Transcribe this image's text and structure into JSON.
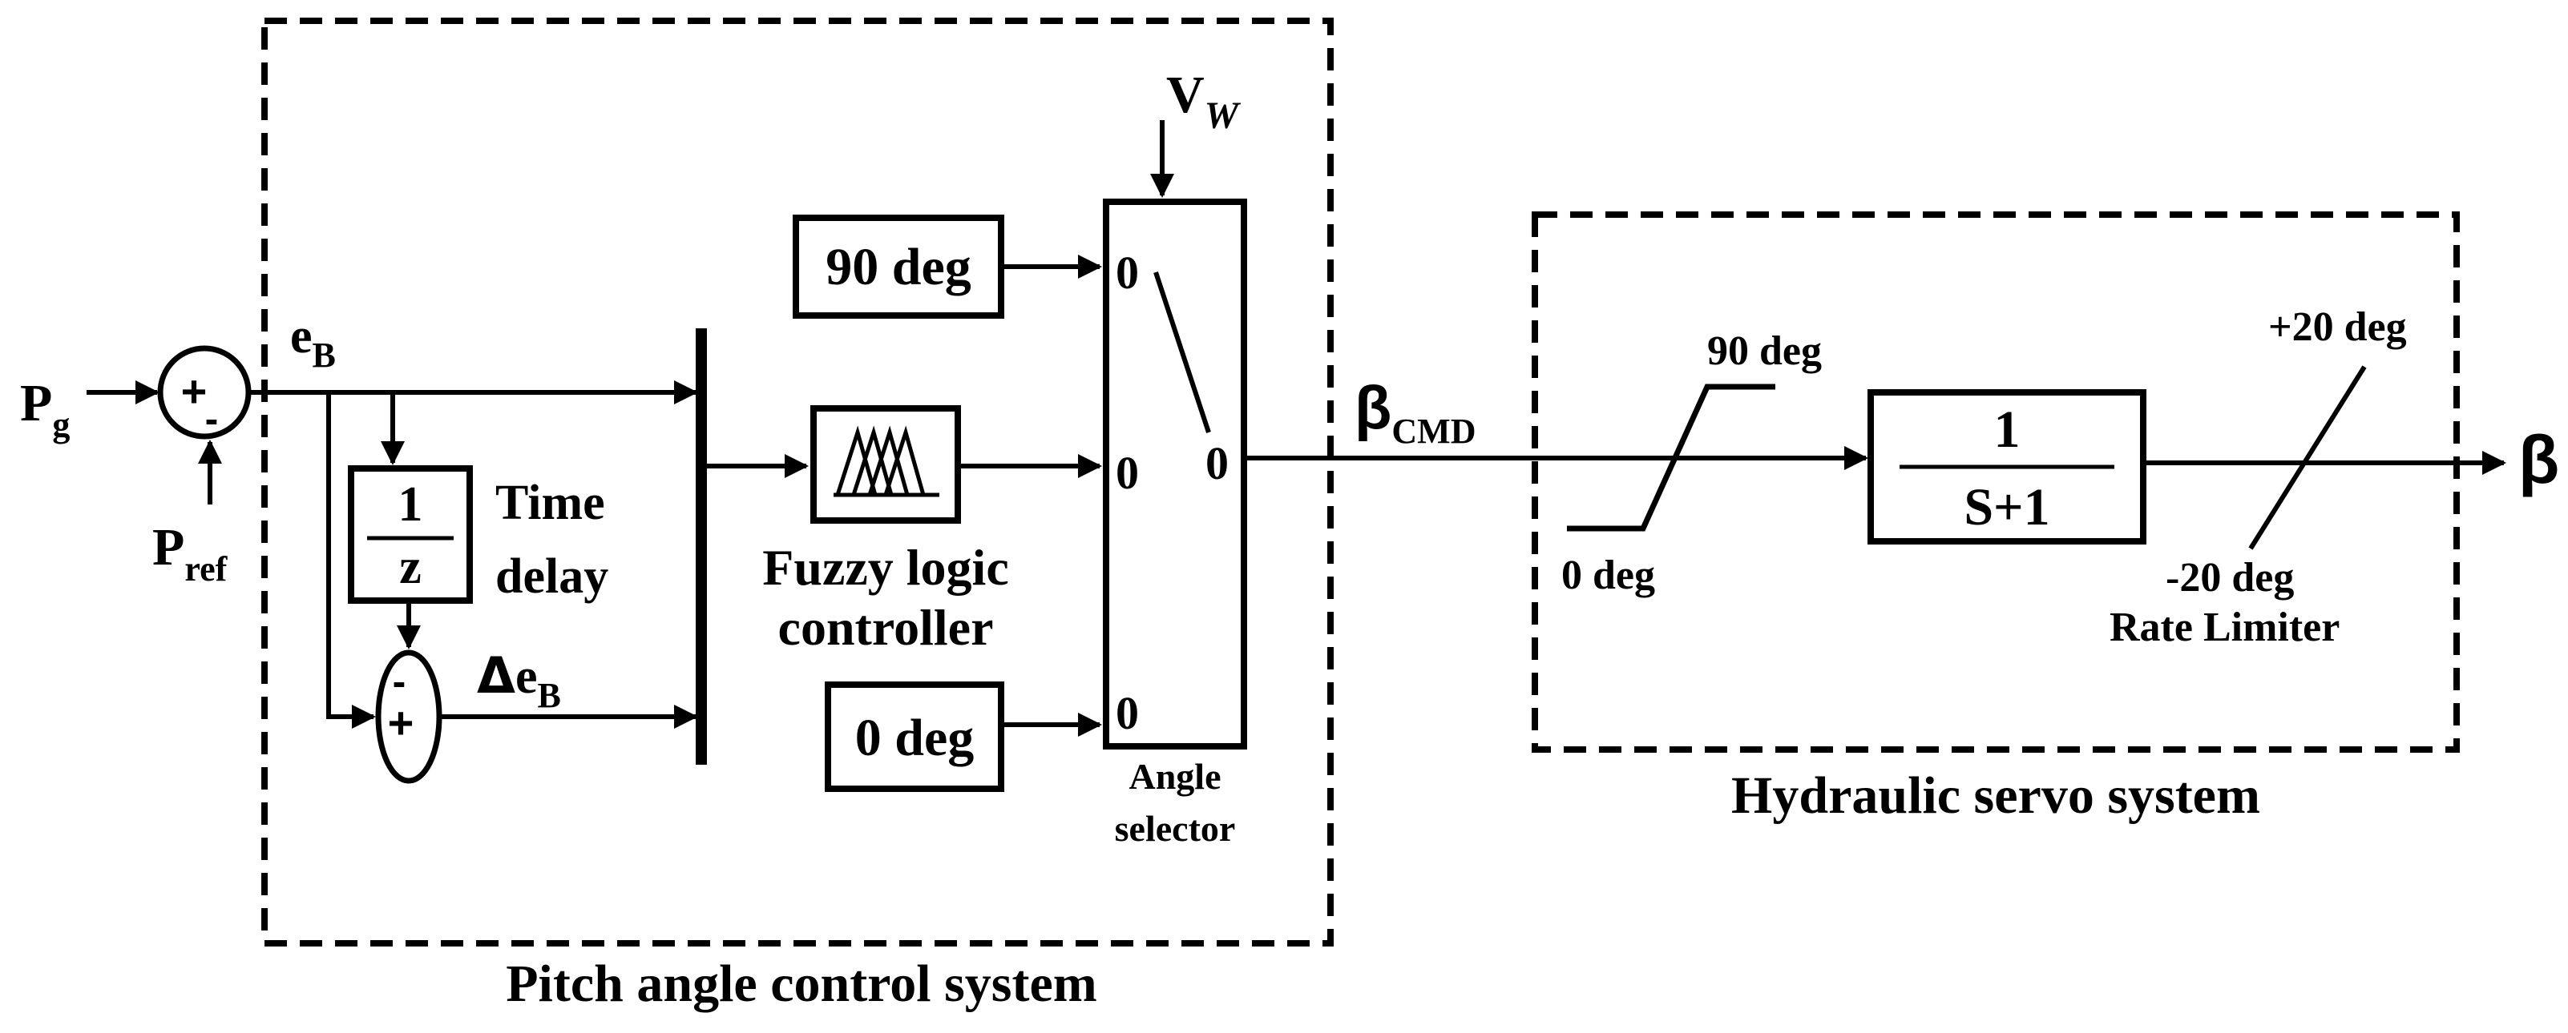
{
  "inputs": {
    "pg": {
      "main": "P",
      "sub": "g"
    },
    "pref": {
      "main": "P",
      "sub": "ref"
    },
    "vw": {
      "main": "V",
      "sub": "W"
    }
  },
  "sum1": {
    "plus": "+",
    "minus": "-"
  },
  "sum2": {
    "minus": "-",
    "plus": "+"
  },
  "signals": {
    "eb": {
      "main": "e",
      "sub": "B"
    },
    "delta_eb": {
      "delta": "Δ",
      "main": "e",
      "sub": "B"
    },
    "beta_cmd": {
      "main": "β",
      "sub": "CMD"
    },
    "beta": "β"
  },
  "time_delay": {
    "num": "1",
    "den": "z",
    "label_line1": "Time",
    "label_line2": "delay"
  },
  "fuzzy": {
    "label_line1": "Fuzzy logic",
    "label_line2": "controller"
  },
  "constants": {
    "c90": "90 deg",
    "c0": "0 deg"
  },
  "angle_selector": {
    "port_top": "0",
    "port_mid": "0",
    "port_bot": "0",
    "port_out": "0",
    "label_line1": "Angle",
    "label_line2": "selector"
  },
  "saturation": {
    "upper": "90 deg",
    "lower": "0 deg"
  },
  "transfer_fn": {
    "num": "1",
    "den": "S+1"
  },
  "rate_limiter": {
    "upper": "+20 deg",
    "lower": "-20 deg",
    "label": "Rate Limiter"
  },
  "groups": {
    "pitch": "Pitch angle control system",
    "hydraulic": "Hydraulic servo system"
  }
}
